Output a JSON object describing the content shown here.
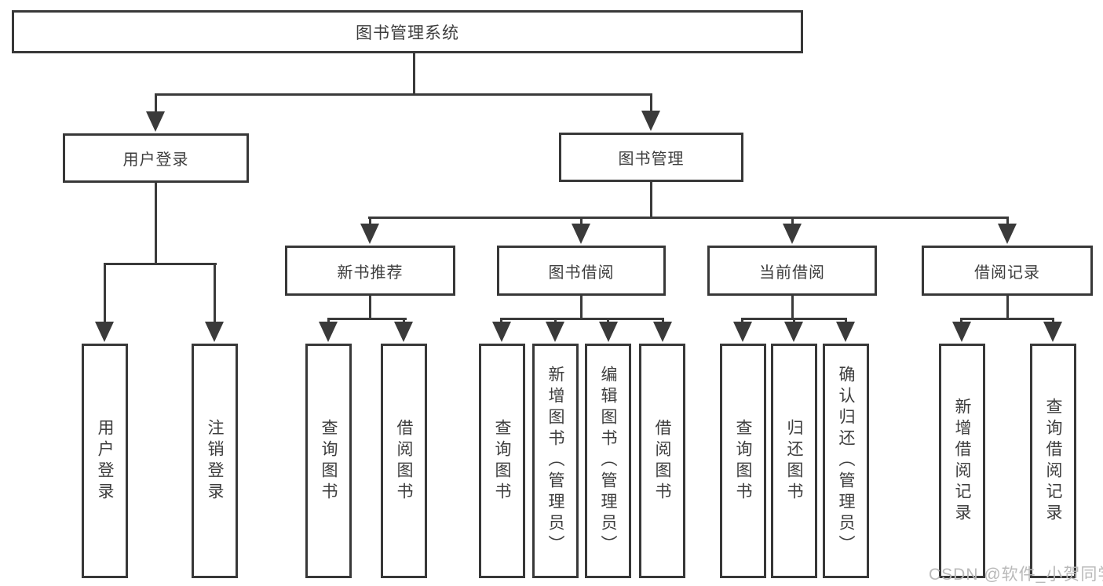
{
  "watermark": "CSDN @软件_小贺同学",
  "colors": {
    "line": "#3a3a3a",
    "box_border": "#383838",
    "box_fill": "#ffffff",
    "text": "#3d3d3d",
    "watermark": "#b9b9b9"
  },
  "tree": {
    "label": "图书管理系统",
    "children": [
      {
        "label": "用户登录",
        "children": [
          {
            "label": "用户登录"
          },
          {
            "label": "注销登录"
          }
        ]
      },
      {
        "label": "图书管理",
        "children": [
          {
            "label": "新书推荐",
            "children": [
              {
                "label": "查询图书"
              },
              {
                "label": "借阅图书"
              }
            ]
          },
          {
            "label": "图书借阅",
            "children": [
              {
                "label": "查询图书"
              },
              {
                "label": "新增图书（管理员）"
              },
              {
                "label": "编辑图书（管理员）"
              },
              {
                "label": "借阅图书"
              }
            ]
          },
          {
            "label": "当前借阅",
            "children": [
              {
                "label": "查询图书"
              },
              {
                "label": "归还图书"
              },
              {
                "label": "确认归还（管理员）"
              }
            ]
          },
          {
            "label": "借阅记录",
            "children": [
              {
                "label": "新增借阅记录"
              },
              {
                "label": "查询借阅记录"
              }
            ]
          }
        ]
      }
    ]
  }
}
